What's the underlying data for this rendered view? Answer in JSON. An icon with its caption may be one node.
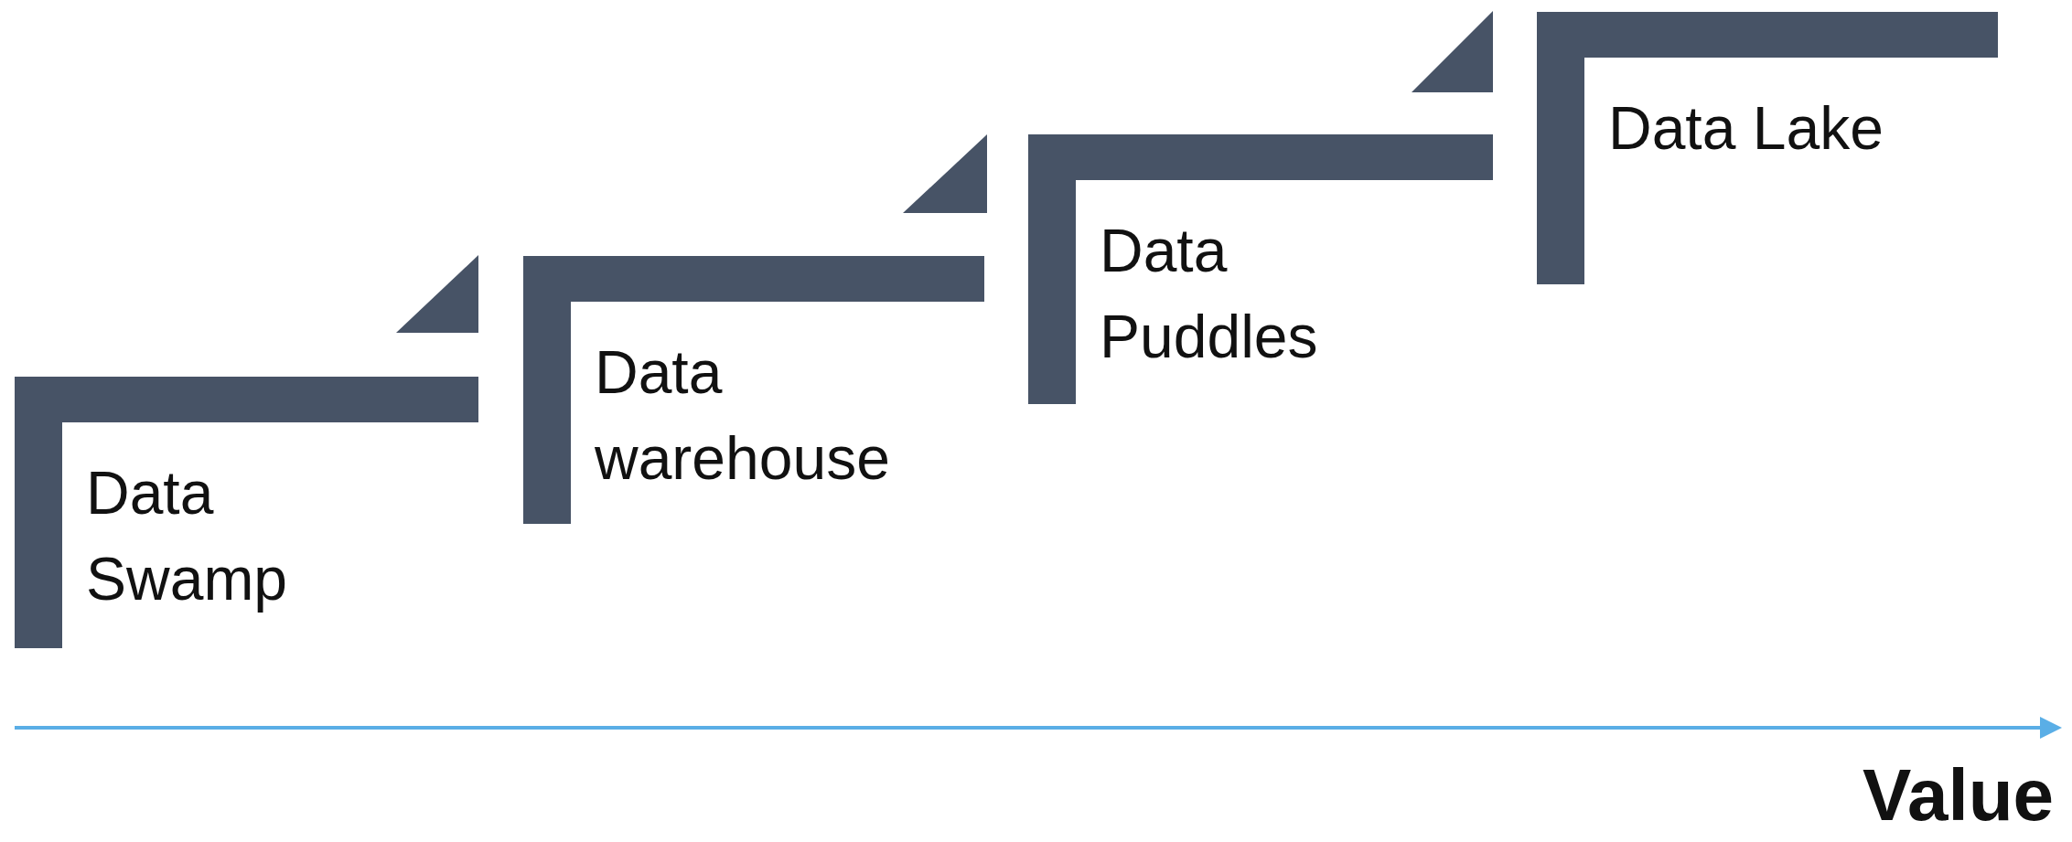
{
  "diagram": {
    "nodes": [
      {
        "text": [
          "Data Swamp"
        ]
      },
      {
        "text": [
          "Data warehouse"
        ]
      },
      {
        "text": [
          "Data Puddles"
        ]
      },
      {
        "text": [
          "Data Lake"
        ]
      },
      {
        "text": [],
        "shape": "triangle"
      },
      {
        "text": [],
        "shape": "triangle"
      },
      {
        "text": [],
        "shape": "triangle"
      }
    ],
    "labels": [
      "Value"
    ]
  }
}
